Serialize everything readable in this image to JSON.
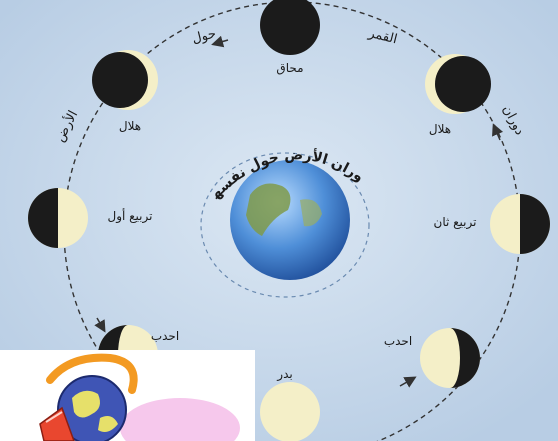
{
  "orbit_labels": {
    "top_left": "حول",
    "top_right": "القمر",
    "left": "الأرض",
    "right": "دوران"
  },
  "earth_label": "دوران الأرض حول نفسها",
  "phases": {
    "new": "محاق",
    "crescent_left": "هلال",
    "crescent_right": "هلال",
    "first_quarter": "تربيع أول",
    "third_quarter": "تربيع ثان",
    "gibbous_left": "احدب",
    "gibbous_right": "احدب",
    "full": "بدر"
  }
}
